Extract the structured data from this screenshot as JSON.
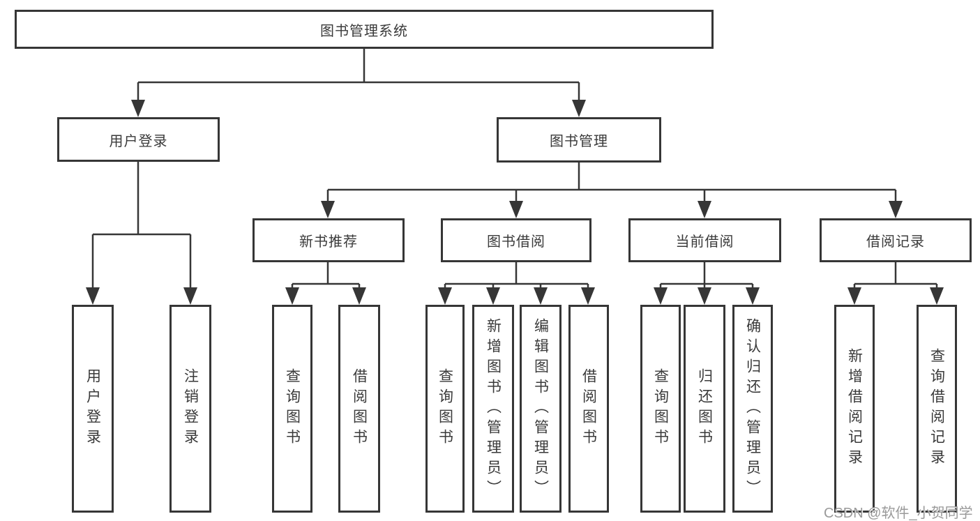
{
  "diagram": {
    "root": {
      "label": "图书管理系统"
    },
    "user_login": {
      "label": "用户登录",
      "children": {
        "login": {
          "label": "用户登录"
        },
        "logout": {
          "label": "注销登录"
        }
      }
    },
    "book_mgmt": {
      "label": "图书管理",
      "children": {
        "new_books": {
          "label": "新书推荐",
          "children": {
            "query": {
              "label": "查询图书"
            },
            "borrow": {
              "label": "借阅图书"
            }
          }
        },
        "book_borrow": {
          "label": "图书借阅",
          "children": {
            "query": {
              "label": "查询图书"
            },
            "add": {
              "label": "新增图书（管理员）"
            },
            "edit": {
              "label": "编辑图书（管理员）"
            },
            "borrow": {
              "label": "借阅图书"
            }
          }
        },
        "current_borrow": {
          "label": "当前借阅",
          "children": {
            "query": {
              "label": "查询图书"
            },
            "return": {
              "label": "归还图书"
            },
            "confirm_return": {
              "label": "确认归还（管理员）"
            }
          }
        },
        "borrow_records": {
          "label": "借阅记录",
          "children": {
            "add_record": {
              "label": "新增借阅记录"
            },
            "query_record": {
              "label": "查询借阅记录"
            }
          }
        }
      }
    }
  },
  "colors": {
    "line": "#363636",
    "text": "#3a3a3a",
    "watermark": "#9a9a9a"
  },
  "watermark": {
    "text": "CSDN @软件_小贺同学"
  }
}
